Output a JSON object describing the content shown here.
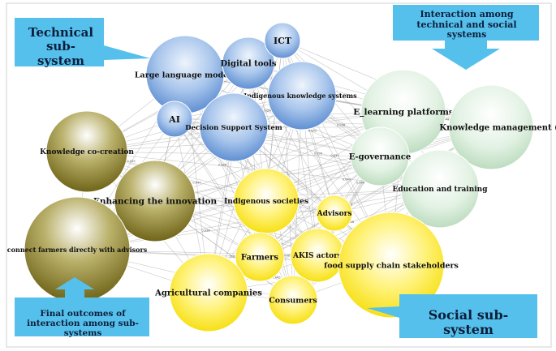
{
  "callouts": {
    "technical": "Technical sub-system",
    "interaction": "Interaction among technical and social systems",
    "final_outcomes": "Final outcomes of interaction among sub-systems",
    "social": "Social sub-system"
  },
  "nodes": [
    {
      "id": "llm",
      "label": "Large language models",
      "group": "technical"
    },
    {
      "id": "digital",
      "label": "Digital tools",
      "group": "technical"
    },
    {
      "id": "ict",
      "label": "ICT",
      "group": "technical"
    },
    {
      "id": "iks",
      "label": "Indigenous knowledge systems",
      "group": "technical"
    },
    {
      "id": "ai",
      "label": "AI",
      "group": "technical"
    },
    {
      "id": "dss",
      "label": "Decision Support System",
      "group": "technical"
    },
    {
      "id": "elearn",
      "label": "E_learning platforms",
      "group": "interaction"
    },
    {
      "id": "km",
      "label": "Knowledge management (K",
      "group": "interaction"
    },
    {
      "id": "egov",
      "label": "E-governance",
      "group": "interaction"
    },
    {
      "id": "edu",
      "label": "Education and training",
      "group": "interaction"
    },
    {
      "id": "kcc",
      "label": "Knowledge co-creation",
      "group": "outcome"
    },
    {
      "id": "innov",
      "label": "Enhancing the innovation",
      "group": "outcome"
    },
    {
      "id": "connect",
      "label": "connect farmers directly with advisors",
      "group": "outcome"
    },
    {
      "id": "indsoc",
      "label": "Indigenous societies",
      "group": "social"
    },
    {
      "id": "advisors",
      "label": "Advisors",
      "group": "social"
    },
    {
      "id": "farmers",
      "label": "Farmers",
      "group": "social"
    },
    {
      "id": "akis",
      "label": "AKIS actors",
      "group": "social"
    },
    {
      "id": "fscs",
      "label": "food supply chain stakeholders",
      "group": "social"
    },
    {
      "id": "agco",
      "label": "Agricultural companies",
      "group": "social"
    },
    {
      "id": "consumers",
      "label": "Consumers",
      "group": "social"
    }
  ],
  "edge_labels": [
    "0.065",
    "0.052",
    "0.045",
    "0.035",
    "0.048",
    "0.040",
    "0.058",
    "0.036",
    "0.041",
    "0.039",
    "0.047",
    "0.029",
    "0.063",
    "0.031",
    "0.049",
    "0.023",
    "0.027",
    "0.056",
    "0.024",
    "0.038"
  ],
  "colors": {
    "technical": "#7aa7de",
    "interaction": "#dbeedd",
    "outcome": "#8f8533",
    "social": "#ffec3a",
    "callout": "#56c0ec",
    "edge": "#9a9a9a"
  }
}
